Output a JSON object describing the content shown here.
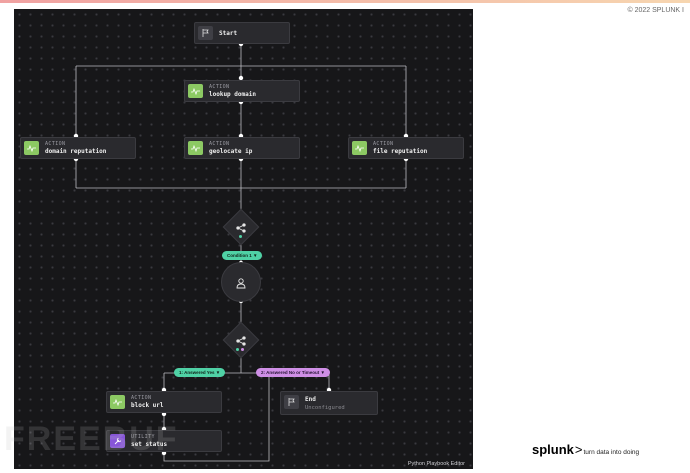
{
  "copyright": "© 2022 SPLUNK I",
  "canvas_footer": "Python Playbook Editor",
  "watermark": "FREEBUF",
  "logo": {
    "brand": "splunk",
    "chevron": ">",
    "tagline": "turn data into doing"
  },
  "nodes": {
    "start": {
      "name": "Start"
    },
    "lookup_domain": {
      "kind": "ACTION",
      "name": "lookup domain"
    },
    "domain_reputation": {
      "kind": "ACTION",
      "name": "domain reputation"
    },
    "geolocate_ip": {
      "kind": "ACTION",
      "name": "geolocate ip"
    },
    "file_reputation": {
      "kind": "ACTION",
      "name": "file reputation"
    },
    "block_url": {
      "kind": "ACTION",
      "name": "block url"
    },
    "set_status": {
      "kind": "UTILITY",
      "name": "set status"
    },
    "end": {
      "name": "End",
      "status": "Unconfigured"
    }
  },
  "pills": {
    "condition": "Condition 1 ▼",
    "yes": "1: Answered Yes ▼",
    "no": "2: Answered No or Timeout ▼"
  },
  "colors": {
    "action": "#8cc963",
    "utility": "#8755d9",
    "condition": "#4fd1a5",
    "timeout": "#cf8fe6",
    "canvas": "#171719"
  }
}
